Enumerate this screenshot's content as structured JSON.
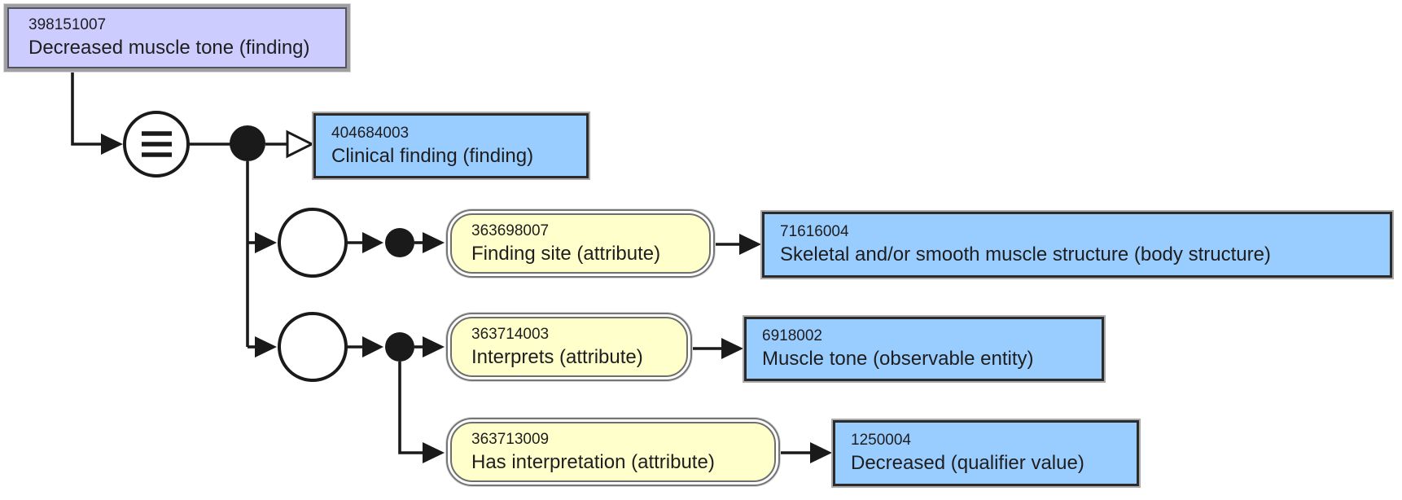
{
  "diagram": {
    "type": "snomed-concept-definition-diagram",
    "colors": {
      "defined_concept_fill": "#ccccff",
      "concept_fill": "#99ccff",
      "attribute_fill": "#ffffcc",
      "line": "#1a1a1a"
    },
    "root_concept": {
      "code": "398151007",
      "term": "Decreased muscle tone (finding)"
    },
    "isa_target": {
      "code": "404684003",
      "term": "Clinical finding (finding)"
    },
    "attribute_groups": [
      {
        "attribute": {
          "code": "363698007",
          "term": "Finding site (attribute)"
        },
        "value": {
          "code": "71616004",
          "term": "Skeletal and/or smooth muscle structure (body structure)"
        }
      },
      {
        "attribute": {
          "code": "363714003",
          "term": "Interprets (attribute)"
        },
        "value": {
          "code": "6918002",
          "term": "Muscle tone (observable entity)"
        }
      },
      {
        "attribute": {
          "code": "363713009",
          "term": "Has interpretation (attribute)"
        },
        "value": {
          "code": "1250004",
          "term": "Decreased (qualifier value)"
        }
      }
    ]
  }
}
